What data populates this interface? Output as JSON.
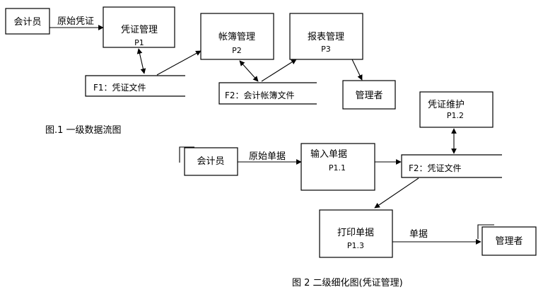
{
  "diagram1": {
    "caption": "图.1 一级数据流图",
    "entity_accountant": "会计员",
    "flow_original_voucher": "原始凭证",
    "p1": {
      "name": "凭证管理",
      "id": "P1"
    },
    "p2": {
      "name": "帐簿管理",
      "id": "P2"
    },
    "p3": {
      "name": "报表管理",
      "id": "P3"
    },
    "store_f1": "F1：凭证文件",
    "store_f2": "F2：会计帐簿文件",
    "entity_manager": "管理者"
  },
  "diagram2": {
    "caption": "图 2 二级细化图(凭证管理)",
    "entity_accountant": "会计员",
    "flow_original_doc": "原始单据",
    "p11": {
      "name": "输入单据",
      "id": "P1.1"
    },
    "p12": {
      "name": "凭证维护",
      "id": "P1.2"
    },
    "p13": {
      "name": "打印单据",
      "id": "P1.3"
    },
    "store_f2": "F2：凭证文件",
    "flow_doc": "单据",
    "entity_manager": "管理者"
  }
}
